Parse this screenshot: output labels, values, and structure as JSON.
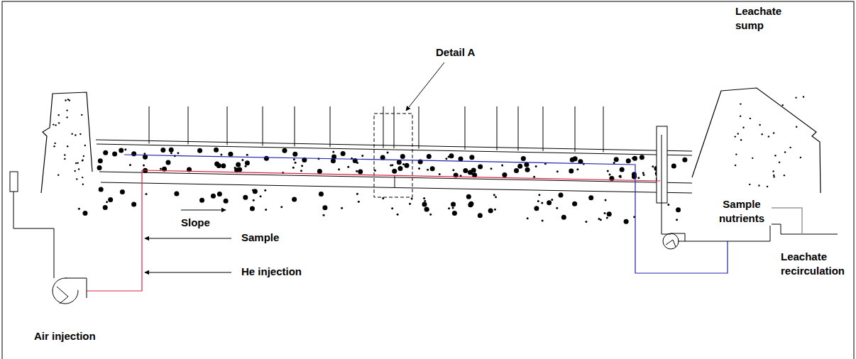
{
  "diagram": {
    "labels": [
      "Detail A",
      "Leachate sump",
      "Slope",
      "Sample",
      "He injection",
      "Sample nutrients",
      "Leachate recirculation",
      "Air injection"
    ]
  }
}
